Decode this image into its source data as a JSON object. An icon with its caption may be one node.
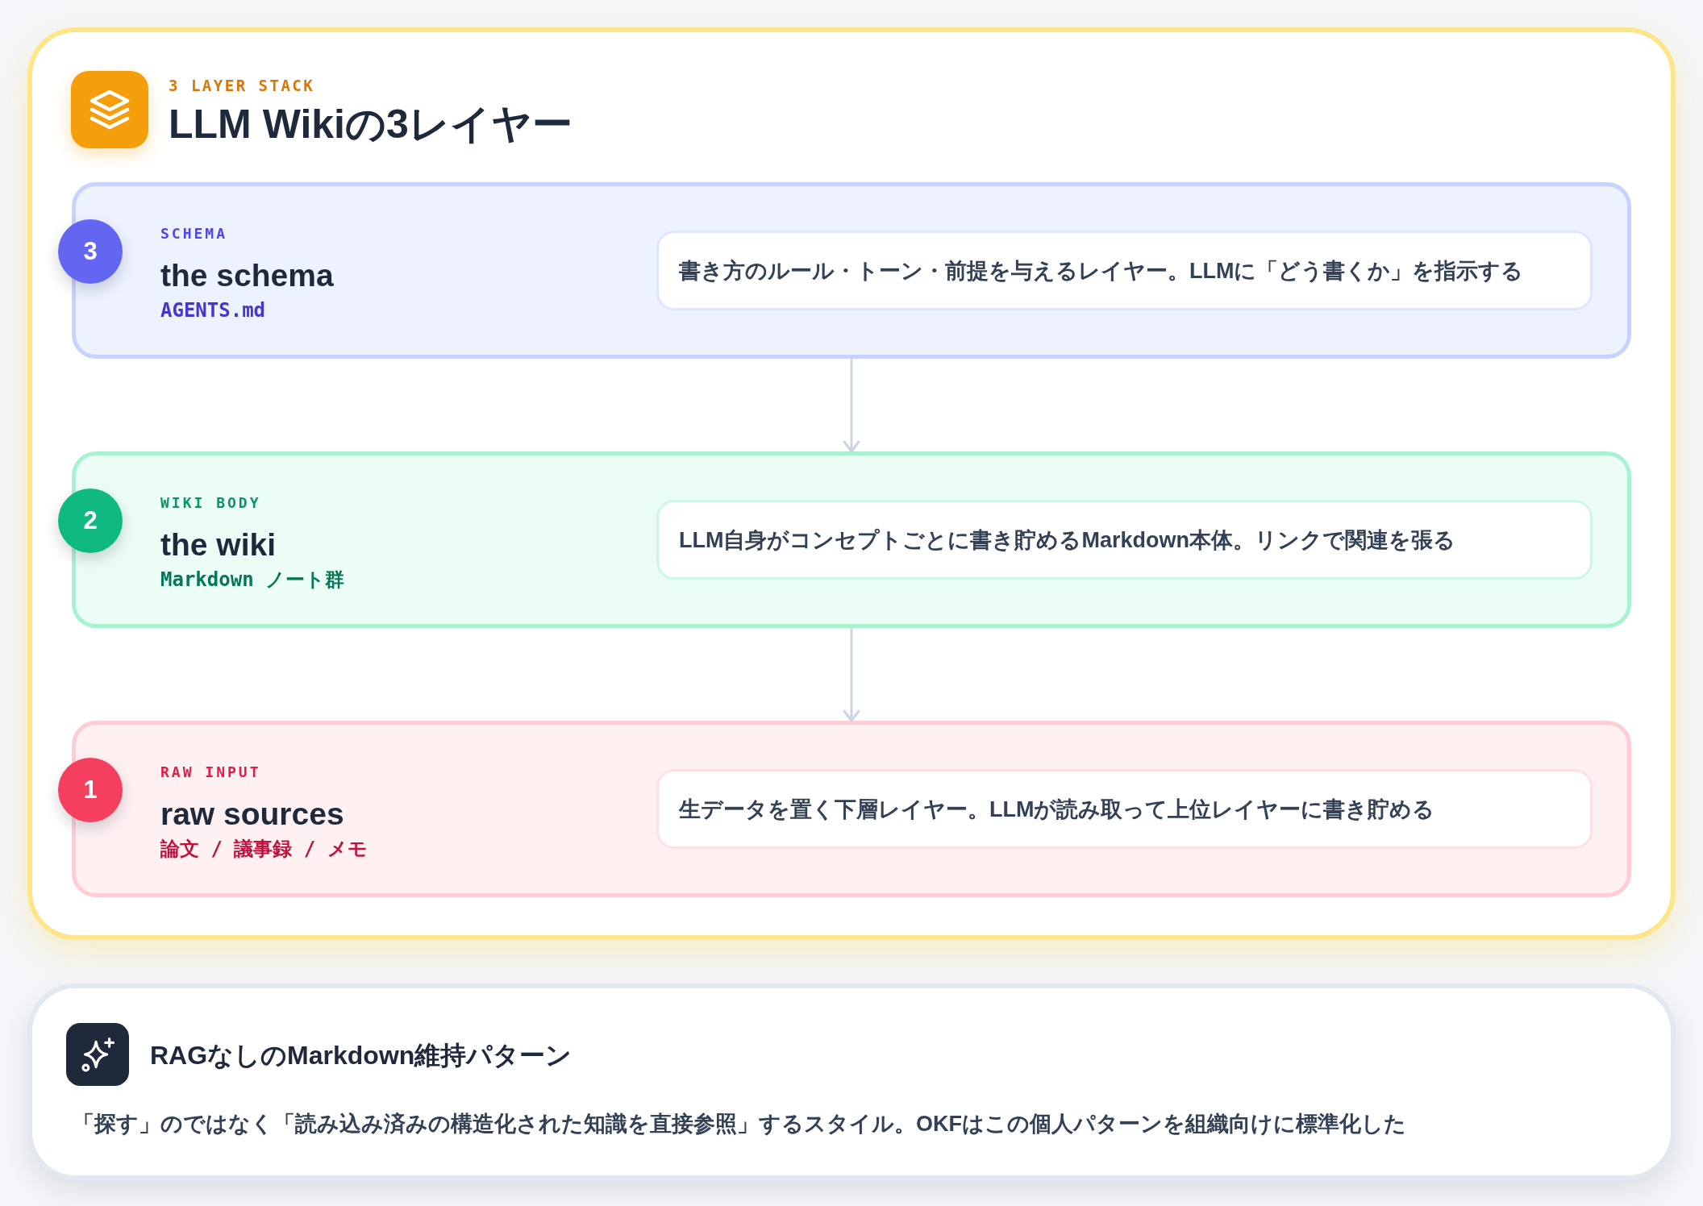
{
  "diagram": {
    "nodes": [
      {
        "text": [
          "3 LAYER STACK",
          "LLM Wikiの3レイヤー"
        ]
      },
      {
        "text": [
          "3"
        ],
        "in": 0
      },
      {
        "text": [
          "SCHEMA",
          "the schema",
          "AGENTS.md"
        ],
        "in": 0
      },
      {
        "text": [
          "書き方のルール・トーン・前提を与えるレイヤー。LLMに「どう書くか」を指示する"
        ],
        "in": 2
      },
      {
        "text": [
          "2"
        ],
        "in": 0
      },
      {
        "text": [
          "WIKI BODY",
          "the wiki",
          "Markdown ノート群"
        ],
        "in": 0
      },
      {
        "text": [
          "LLM自身がコンセプトごとに書き貯めるMarkdown本体。リンクで関連を張る"
        ],
        "in": 5
      },
      {
        "text": [
          "1"
        ],
        "in": 0
      },
      {
        "text": [
          "RAW INPUT",
          "raw sources",
          "論文 / 議事録 / メモ"
        ],
        "in": 0
      },
      {
        "text": [
          "生データを置く下層レイヤー。LLMが読み取って上位レイヤーに書き貯める"
        ],
        "in": 8
      },
      {
        "text": [
          "RAGなしのMarkdown維持パターン",
          "「探す」のではなく「読み込み済みの構造化された知識を直接参照」するスタイル。OKFはこの個人パターンを組織向けに標準化した"
        ]
      }
    ],
    "edges": [
      {
        "from": 2,
        "to": 5,
        "arrow": "to"
      },
      {
        "from": 5,
        "to": 8,
        "arrow": "to"
      }
    ]
  }
}
